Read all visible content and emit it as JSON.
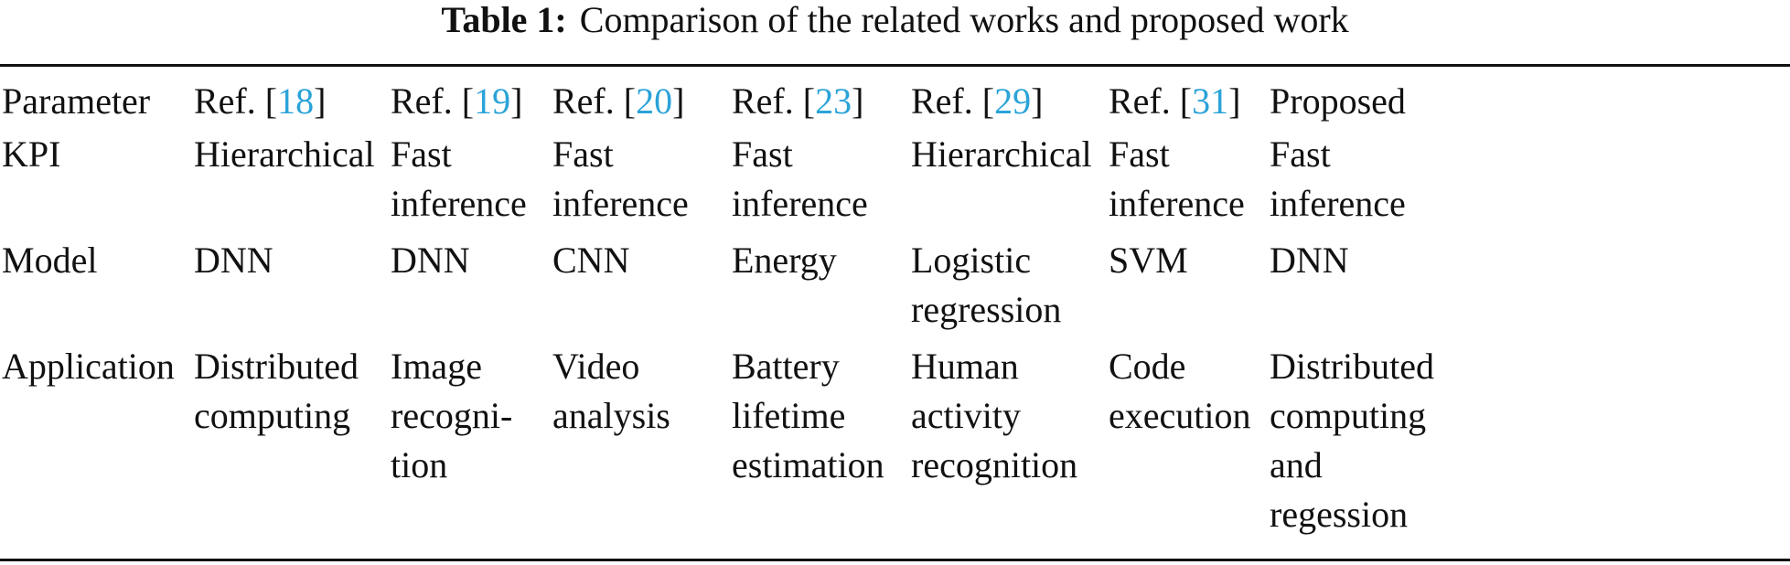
{
  "caption": {
    "label": "Table 1:",
    "text": "Comparison of the related works and proposed work"
  },
  "table": {
    "headers": [
      {
        "prefix": "Parameter",
        "ref": "",
        "suffix": ""
      },
      {
        "prefix": "Ref. [",
        "ref": "18",
        "suffix": "]"
      },
      {
        "prefix": "Ref. [",
        "ref": "19",
        "suffix": "]"
      },
      {
        "prefix": "Ref. [",
        "ref": "20",
        "suffix": "]"
      },
      {
        "prefix": "Ref. [",
        "ref": "23",
        "suffix": "]"
      },
      {
        "prefix": "Ref. [",
        "ref": "29",
        "suffix": "]"
      },
      {
        "prefix": "Ref. [",
        "ref": "31",
        "suffix": "]"
      },
      {
        "prefix": "Proposed",
        "ref": "",
        "suffix": ""
      }
    ],
    "rows": [
      {
        "name": "kpi",
        "cells": [
          [
            "KPI"
          ],
          [
            "Hierarchical"
          ],
          [
            "Fast",
            "inference"
          ],
          [
            "Fast",
            "inference"
          ],
          [
            "Fast",
            "inference"
          ],
          [
            "Hierarchical"
          ],
          [
            "Fast",
            "inference"
          ],
          [
            "Fast",
            "inference"
          ]
        ]
      },
      {
        "name": "model",
        "cells": [
          [
            "Model"
          ],
          [
            "DNN"
          ],
          [
            "DNN"
          ],
          [
            "CNN"
          ],
          [
            "Energy"
          ],
          [
            "Logistic",
            "regression"
          ],
          [
            "SVM"
          ],
          [
            "DNN"
          ]
        ]
      },
      {
        "name": "application",
        "cells": [
          [
            "Application"
          ],
          [
            "Distributed",
            "computing"
          ],
          [
            "Image",
            "recogni-",
            "tion"
          ],
          [
            "Video",
            "analysis"
          ],
          [
            "Battery",
            "lifetime",
            "estimation"
          ],
          [
            "Human",
            "activity",
            "recognition"
          ],
          [
            "Code",
            "execution"
          ],
          [
            "Distributed",
            "computing",
            "and",
            "regession"
          ]
        ]
      }
    ]
  }
}
